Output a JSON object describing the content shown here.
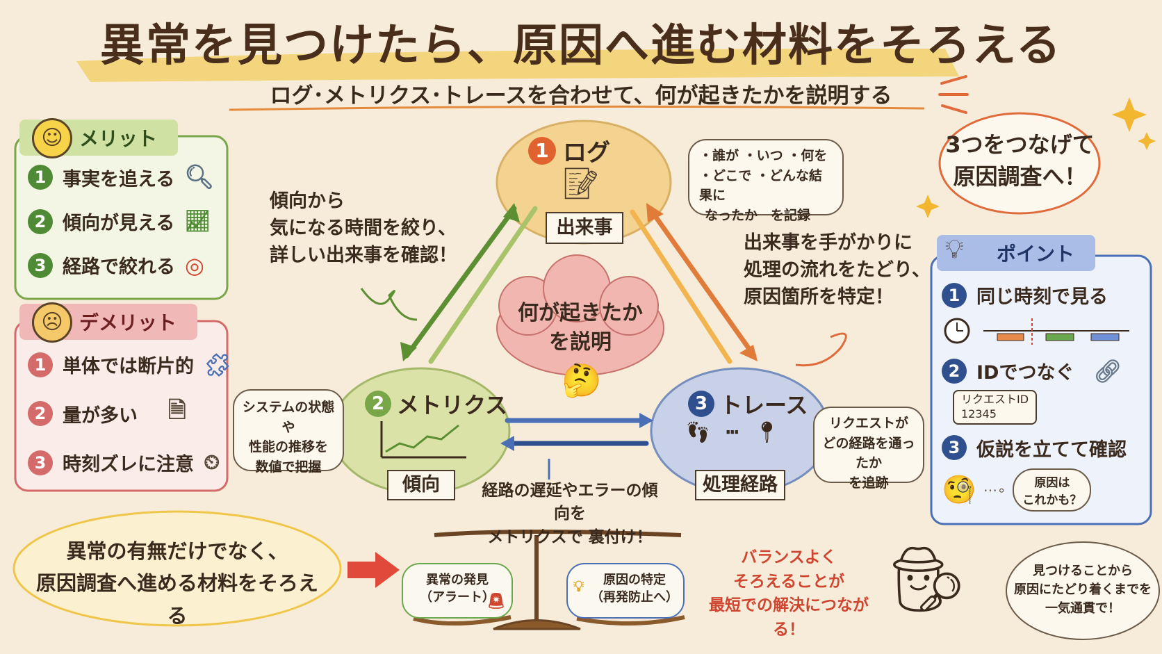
{
  "title": "異常を見つけたら、原因へ進む材料をそろえる",
  "subtitle": "ログ･メトリクス･トレースを合わせて、何が起きたかを説明する",
  "merit": {
    "heading": "メリット",
    "items": [
      {
        "num": "1",
        "label": "事実を追える"
      },
      {
        "num": "2",
        "label": "傾向が見える"
      },
      {
        "num": "3",
        "label": "経路で絞れる"
      }
    ]
  },
  "demerit": {
    "heading": "デメリット",
    "items": [
      {
        "num": "1",
        "label": "単体では断片的"
      },
      {
        "num": "2",
        "label": "量が多い"
      },
      {
        "num": "3",
        "label": "時刻ズレに注意"
      }
    ]
  },
  "log": {
    "num": "1",
    "title": "ログ",
    "label": "出来事"
  },
  "log_note": {
    "line1": "・誰が ・いつ ・何を",
    "line2": "・どこで ・どんな結果に",
    "line3": "なったか　を記録"
  },
  "metrics": {
    "num": "2",
    "title": "メトリクス",
    "label": "傾向"
  },
  "metrics_note": {
    "line1": "システムの状態や",
    "line2": "性能の推移を",
    "line3": "数値で把握"
  },
  "trace": {
    "num": "3",
    "title": "トレース",
    "label": "処理経路"
  },
  "trace_note": {
    "line1": "リクエストが",
    "line2": "どの経路を通ったか",
    "line3": "を追跡"
  },
  "center": {
    "line1": "何が起きたか",
    "line2": "を説明"
  },
  "left_tip": {
    "line1": "傾向から",
    "line2": "気になる時間を絞り、",
    "line3": "詳しい出来事を確認！"
  },
  "right_tip": {
    "line1": "出来事を手がかりに",
    "line2": "処理の流れをたどり、",
    "line3": "原因箇所を特定！"
  },
  "bottom_tip": {
    "line1": "経路の遅延やエラーの傾向を",
    "line2": "メトリクスで 裏付け！"
  },
  "callout": {
    "line1": "3つをつなげて",
    "line2": "原因調査へ！"
  },
  "point": {
    "heading": "ポイント",
    "items": [
      {
        "num": "1",
        "label": "同じ時刻で見る"
      },
      {
        "num": "2",
        "label": "IDでつなぐ"
      },
      {
        "num": "3",
        "label": "仮説を立てて確認"
      }
    ],
    "request_id_label": "リクエストID",
    "request_id_value": "12345",
    "thought_line1": "原因は",
    "thought_line2": "これかも？"
  },
  "conclusion": {
    "line1": "異常の有無だけでなく、",
    "line2": "原因調査へ進める材料をそろえる"
  },
  "scale_left": {
    "line1": "異常の発見",
    "line2": "（アラート）"
  },
  "scale_right": {
    "line1": "原因の特定",
    "line2": "（再発防止へ）"
  },
  "balance": {
    "line1": "バランスよく",
    "line2": "そろえることが",
    "line3": "最短での解決につながる！"
  },
  "final_note": {
    "line1": "見つけることから",
    "line2": "原因にたどり着くまでを",
    "line3": "一気通貫で！"
  },
  "colors": {
    "log": "#f3c66a",
    "metrics": "#c9d98a",
    "trace": "#b9c9ec",
    "center": "#f2b4ae",
    "merit": "#7aa64a",
    "demerit": "#d46a6a",
    "point": "#4a6fb5"
  }
}
